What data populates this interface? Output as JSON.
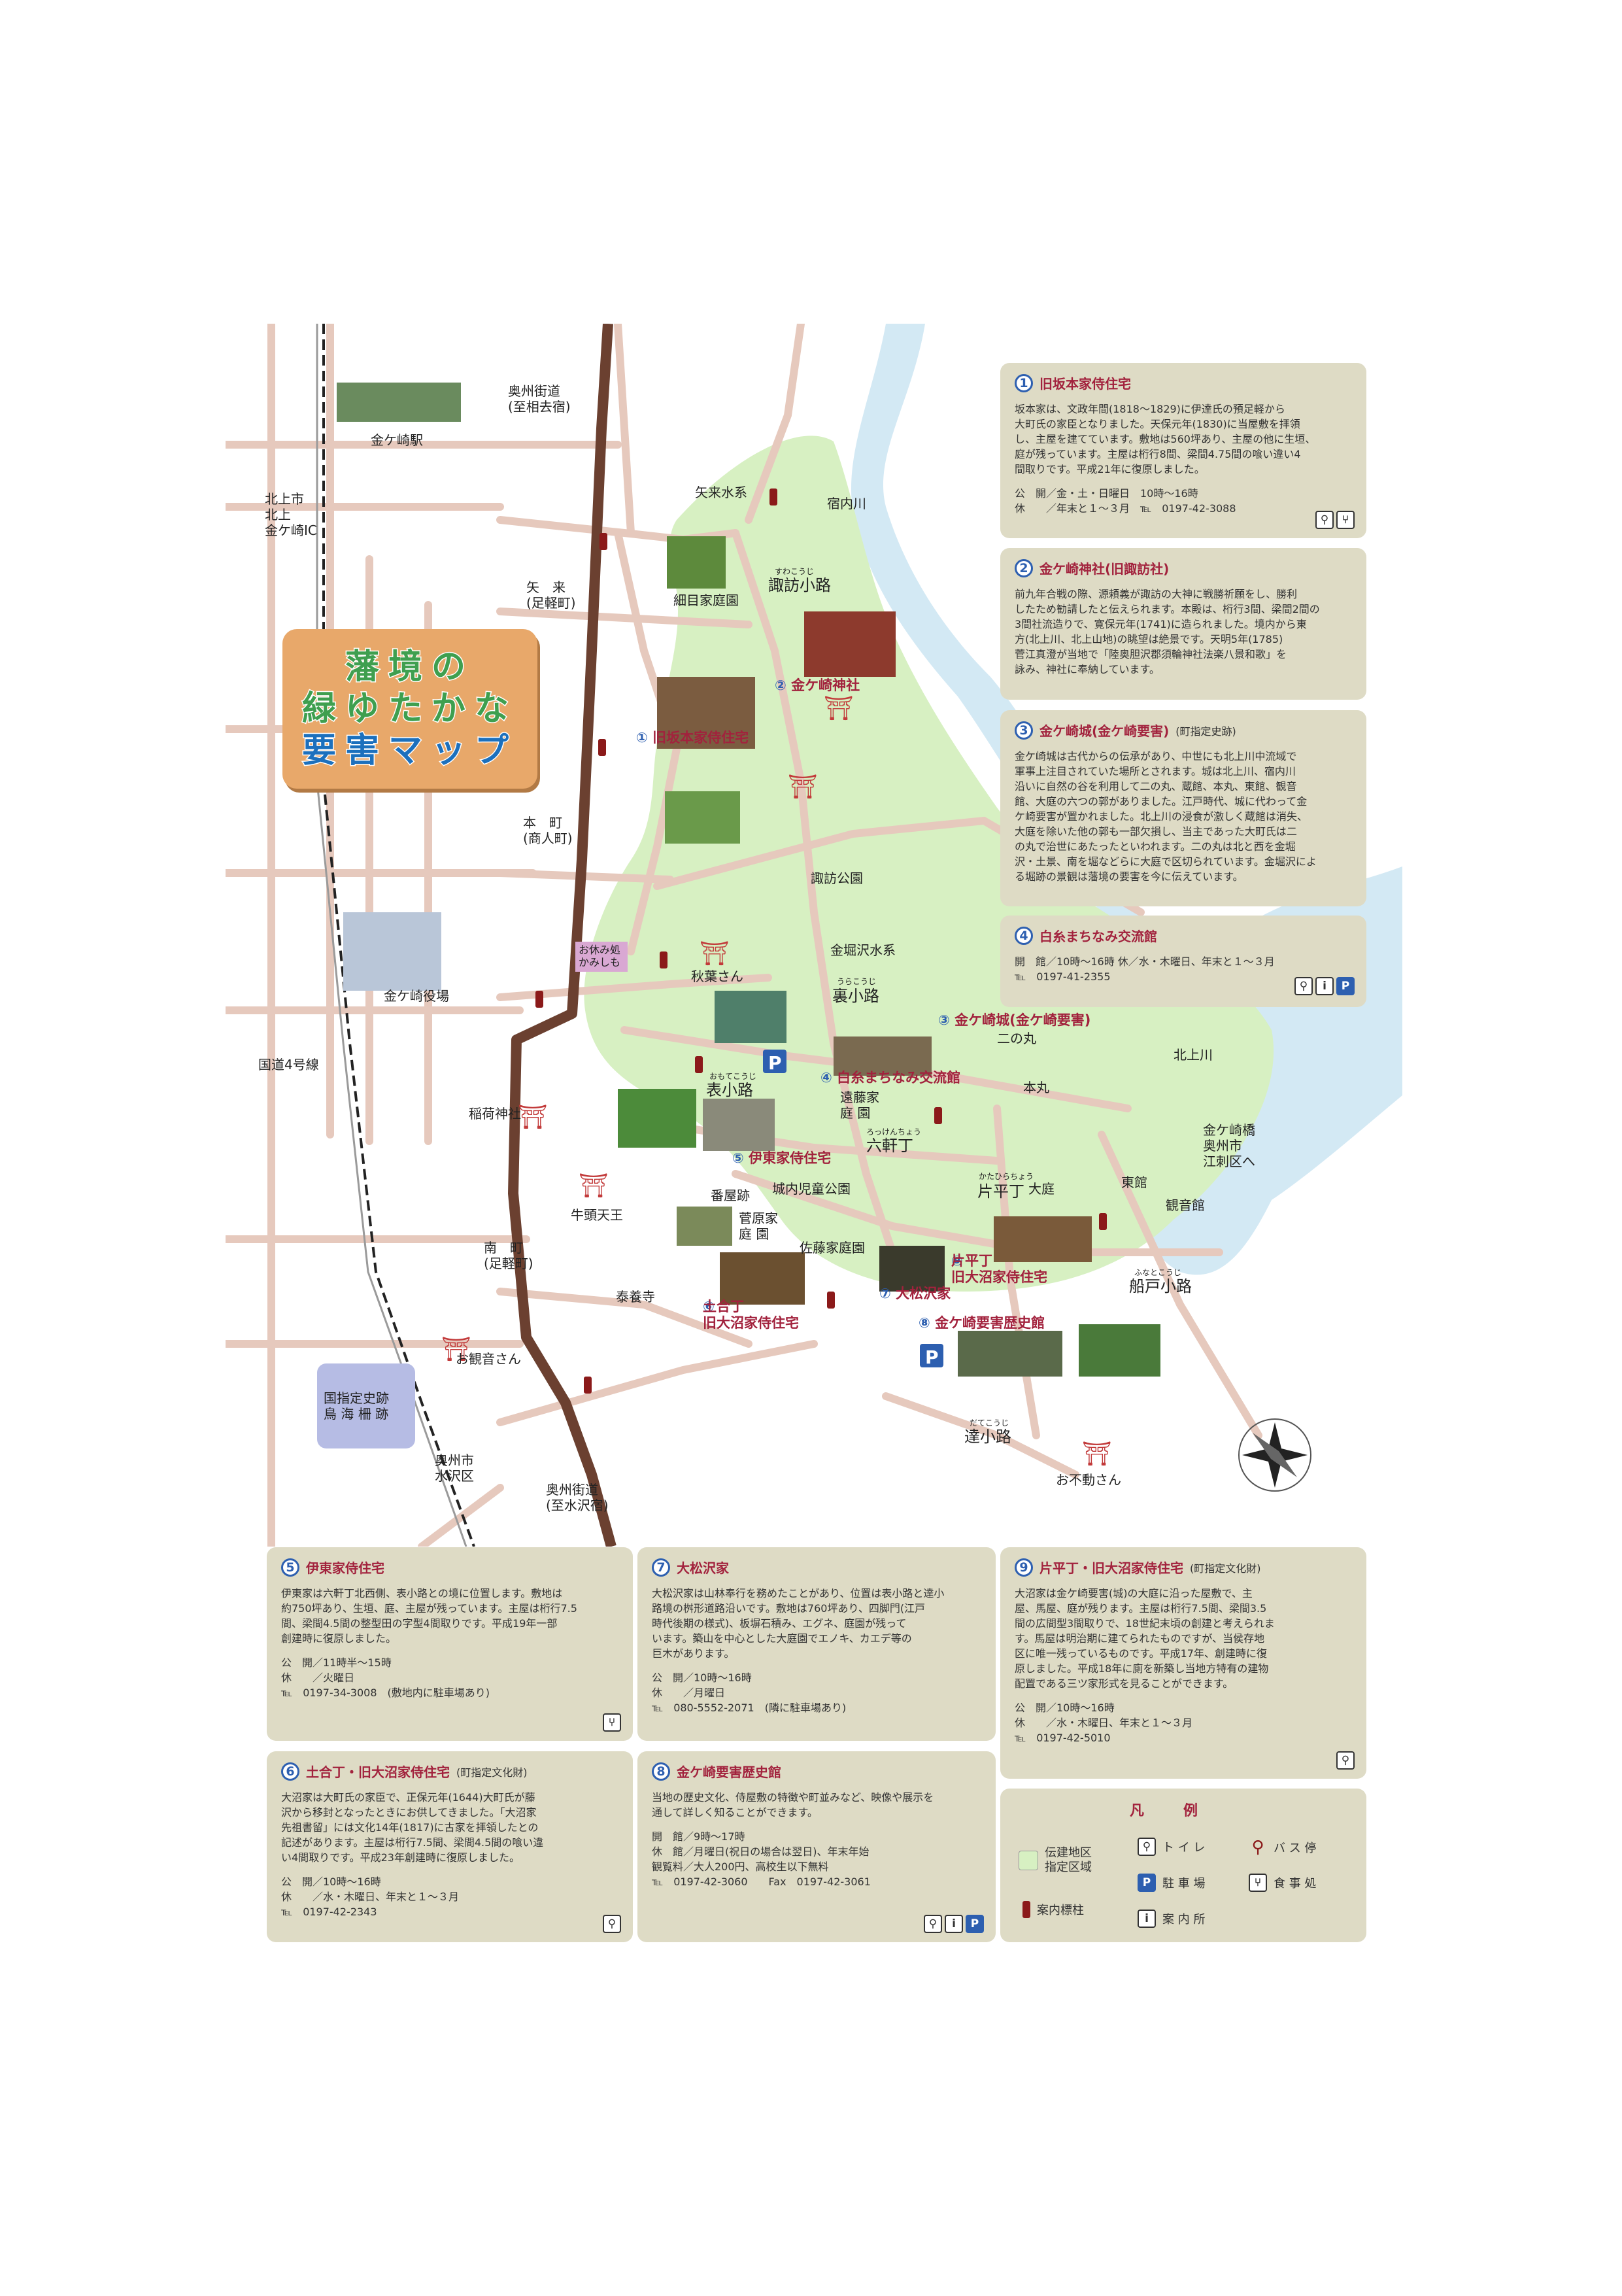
{
  "title": {
    "line1": "藩境の",
    "line2": "緑ゆたかな",
    "line3": "要害マップ"
  },
  "map_labels": {
    "road_north": "奥州街道\n(至相去宿)",
    "road_south": "奥州街道\n(至水沢宿)",
    "station": "金ケ崎駅",
    "kitakami_ic": "北上市\n北上\n金ケ崎IC",
    "yakuba": "金ケ崎役場",
    "route4": "国道4号線",
    "yakura": "矢　来\n(足軽町)",
    "honmachi": "本　町\n(商人町)",
    "minamimachi": "南　町\n(足軽町)",
    "yarai_suikei": "矢来水系",
    "shukunai": "宿内川",
    "hosome": "細目家庭園",
    "suwa_koji_ruby": "すわこうじ",
    "suwa_koji": "諏訪小路",
    "suwa_park": "諏訪公園",
    "kanehori": "金堀沢水系",
    "urakoji_ruby": "うらこうじ",
    "urakoji": "裏小路",
    "akiba": "秋葉さん",
    "oyasumi": "お休み処\nかみしも",
    "omote_ruby": "おもてこうじ",
    "omotekoji": "表小路",
    "inari": "稲荷神社",
    "endo": "遠藤家\n庭 園",
    "rokken_ruby": "ろっけんちょう",
    "rokkencho": "六軒丁",
    "ninomaru": "二の丸",
    "honmaru": "本丸",
    "kitakamigawa": "北上川",
    "kanegasaki_bridge": "金ケ崎橋\n奥州市\n江刺区へ",
    "tokan": "東館",
    "kannonkan": "観音館",
    "katahira_ruby": "かたひらちょう",
    "katahiracho": "片平丁",
    "oniwa": "大庭",
    "banyaato": "番屋跡",
    "jonai_park": "城内児童公園",
    "sugawara": "菅原家\n庭 園",
    "sato": "佐藤家庭園",
    "gozu": "牛頭天王",
    "taiyouji": "泰養寺",
    "okannon": "お観音さん",
    "funado_ruby": "ふなとこうじ",
    "funadokoji": "船戸小路",
    "datte_ruby": "だてこうじ",
    "dattekoji": "達小路",
    "ofudo": "お不動さん",
    "toriumi": "国指定史跡\n鳥 海 柵 跡",
    "mizusawa": "奥州市\n水沢区"
  },
  "spot_labels": {
    "s1": "旧坂本家侍住宅",
    "s2": "金ケ崎神社",
    "s3": "金ケ崎城(金ケ崎要害)",
    "s4": "白糸まちなみ交流館",
    "s5": "伊東家侍住宅",
    "s6": "土合丁\n旧大沼家侍住宅",
    "s7": "大松沢家",
    "s8": "金ケ崎要害歴史館",
    "s9": "片平丁\n旧大沼家侍住宅"
  },
  "panels": {
    "p1": {
      "num": "1",
      "title": "旧坂本家侍住宅",
      "text": "坂本家は、文政年間(1818～1829)に伊達氏の預足軽から\n大町氏の家臣となりました。天保元年(1830)に当屋敷を拝領\nし、主屋を建てています。敷地は560坪あり、主屋の他に生垣、\n庭が残っています。主屋は桁行8間、梁間4.75間の喰い違い4\n間取りです。平成21年に復原しました。",
      "info": "公　開／金・土・日曜日　10時～16時\n休　　／年末と１～３月　℡　0197-42-3088"
    },
    "p2": {
      "num": "2",
      "title": "金ケ崎神社(旧諏訪社)",
      "text": "前九年合戦の際、源頼義が諏訪の大神に戦勝祈願をし、勝利\nしたため勧請したと伝えられます。本殿は、桁行3間、梁間2間の\n3間社流造りで、寛保元年(1741)に造られました。境内から東\n方(北上川、北上山地)の眺望は絶景です。天明5年(1785)\n菅江真澄が当地で「陸奥胆沢郡須輪神社法楽八景和歌」を\n詠み、神社に奉納しています。"
    },
    "p3": {
      "num": "3",
      "title": "金ケ崎城(金ケ崎要害)",
      "sub": "(町指定史跡)",
      "text": "金ケ崎城は古代からの伝承があり、中世にも北上川中流域で\n軍事上注目されていた場所とされます。城は北上川、宿内川\n沿いに自然の谷を利用して二の丸、蔵館、本丸、東館、観音\n館、大庭の六つの郭がありました。江戸時代、城に代わって金\nケ崎要害が置かれました。北上川の浸食が激しく蔵館は消失、\n大庭を除いた他の郭も一部欠損し、当主であった大町氏は二\nの丸で治世にあたったといわれます。二の丸は北と西を金堀\n沢・土景、南を堀などらに大庭で区切られています。金堀沢によ\nる堀跡の景観は藩境の要害を今に伝えています。"
    },
    "p4": {
      "num": "4",
      "title": "白糸まちなみ交流館",
      "info": "開　館／10時～16時 休／水・木曜日、年末と１～３月\n℡　0197-41-2355"
    },
    "p5": {
      "num": "5",
      "title": "伊東家侍住宅",
      "text": "伊東家は六軒丁北西側、表小路との境に位置します。敷地は\n約750坪あり、生垣、庭、主屋が残っています。主屋は桁行7.5\n間、梁間4.5間の整型田の字型4間取りです。平成19年一部\n創建時に復原しました。",
      "info": "公　開／11時半～15時\n休　　／火曜日\n℡　0197-34-3008　(敷地内に駐車場あり)"
    },
    "p6": {
      "num": "6",
      "title": "土合丁・旧大沼家侍住宅",
      "sub": "(町指定文化財)",
      "text": "大沼家は大町氏の家臣で、正保元年(1644)大町氏が藤\n沢から移封となったときにお供してきました。「大沼家\n先祖書留」には文化14年(1817)に古家を拝領したとの\n記述があります。主屋は桁行7.5間、梁間4.5間の喰い違\nい4間取りです。平成23年創建時に復原しました。",
      "info": "公　開／10時～16時\n休　　／水・木曜日、年末と１～３月\n℡　0197-42-2343"
    },
    "p7": {
      "num": "7",
      "title": "大松沢家",
      "text": "大松沢家は山林奉行を務めたことがあり、位置は表小路と達小\n路境の桝形道路沿いです。敷地は760坪あり、四脚門(江戸\n時代後期の様式)、板塀石積み、エグネ、庭園が残って\nいます。築山を中心とした大庭園でエノキ、カエデ等の\n巨木があります。",
      "info": "公　開／10時～16時\n休　　／月曜日\n℡　080-5552-2071　(隣に駐車場あり)"
    },
    "p8": {
      "num": "8",
      "title": "金ケ崎要害歴史館",
      "text": "当地の歴史文化、侍屋敷の特徴や町並みなど、映像や展示を\n通して詳しく知ることができます。",
      "info": "開　館／9時～17時\n休　館／月曜日(祝日の場合は翌日)、年末年始\n観覧料／大人200円、高校生以下無料\n℡　0197-42-3060　　Fax　0197-42-3061"
    },
    "p9": {
      "num": "9",
      "title": "片平丁・旧大沼家侍住宅",
      "sub": "(町指定文化財)",
      "text": "大沼家は金ケ崎要害(城)の大庭に沿った屋敷で、主\n屋、馬屋、庭が残ります。主屋は桁行7.5間、梁間3.5\n間の広間型3間取りで、18世紀末頃の創建と考えられま\nす。馬屋は明治期に建てられたものですが、当侯存地\n区に唯一残っているものです。平成17年、創建時に復\n原しました。平成18年に廁を新築し当地方特有の建物\n配置である三ツ家形式を見ることができます。",
      "info": "公　開／10時～16時\n休　　／水・木曜日、年末と１～３月\n℡　0197-42-5010"
    }
  },
  "legend": {
    "title": "凡例",
    "district": "伝建地区\n指定区域",
    "signpost": "案内標柱",
    "toilet": "ト イ レ",
    "parking": "駐 車 場",
    "info": "案 内 所",
    "bus": "バ ス 停",
    "restaurant": "食 事 処"
  },
  "icon_glyphs": {
    "toilet": "⚲",
    "info": "i",
    "parking": "P",
    "restaurant": "⑂",
    "bus": "⚲"
  },
  "colors": {
    "district": "#d7f0c2",
    "road": "#e6c9bd",
    "highway": "#6b4030",
    "river": "#d3e9f4",
    "accent": "#a2223d",
    "blue": "#2d5fb0"
  }
}
